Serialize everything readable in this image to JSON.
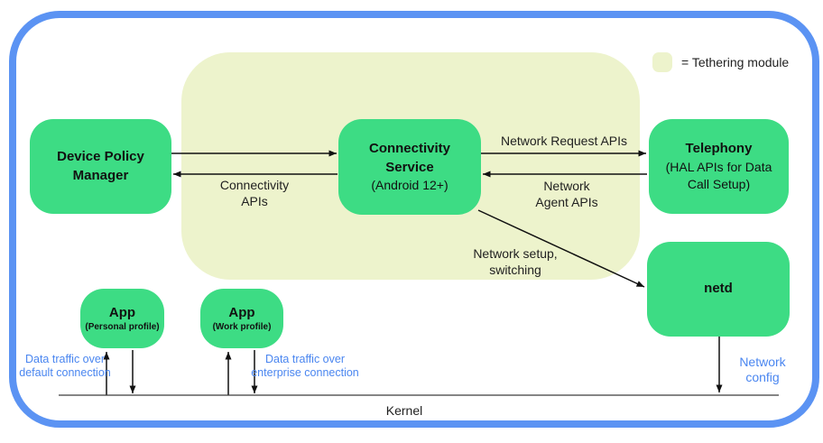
{
  "colors": {
    "node_green": "#3ddc84",
    "tethering_module_bg": "#edf3cc",
    "frame_blue": "#5b93f3",
    "annotation_blue": "#4a86f0",
    "text_dark": "#212121"
  },
  "legend": {
    "label": "= Tethering module"
  },
  "nodes": {
    "device_policy_manager": {
      "title": "Device Policy Manager"
    },
    "connectivity_service": {
      "title": "Connectivity Service",
      "subtitle": "(Android 12+)"
    },
    "telephony": {
      "title": "Telephony",
      "subtitle": "(HAL APIs for Data Call Setup)"
    },
    "netd": {
      "title": "netd"
    },
    "app_personal": {
      "title": "App",
      "subtitle": "(Personal profile)"
    },
    "app_work": {
      "title": "App",
      "subtitle": "(Work profile)"
    }
  },
  "edge_labels": {
    "connectivity_apis": "Connectivity\nAPIs",
    "network_request_apis": "Network Request APIs",
    "network_agent_apis": "Network\nAgent APIs",
    "network_setup_switching": "Network setup,\nswitching",
    "data_traffic_default": "Data traffic over\ndefault connection",
    "data_traffic_enterprise": "Data traffic over\nenterprise connection",
    "network_config": "Network\nconfig"
  },
  "kernel_label": "Kernel"
}
